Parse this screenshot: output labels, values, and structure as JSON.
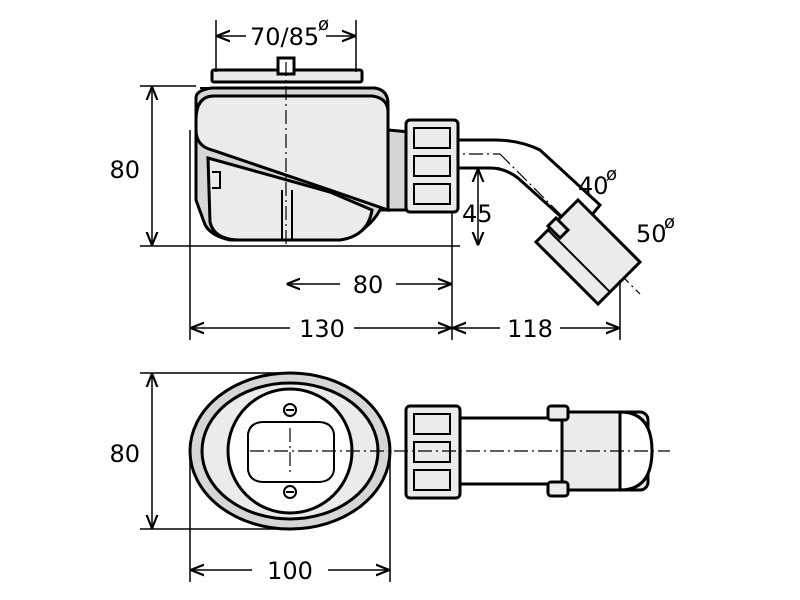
{
  "title": "",
  "side_view": {
    "grate_diameter": "70/85",
    "height": "80",
    "outlet_height": "45",
    "center_to_union": "80",
    "total_width": "130",
    "outlet_reach": "118",
    "inner_pipe": "40",
    "outer_pipe": "50",
    "diameter_symbol": "ø"
  },
  "top_view": {
    "height": "80",
    "width": "100"
  }
}
